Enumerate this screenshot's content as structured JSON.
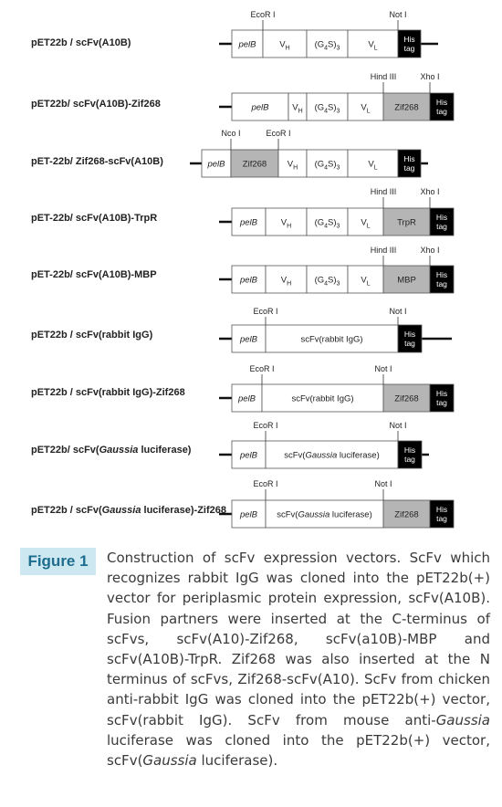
{
  "constructs": [
    {
      "label": "pET22b / scFv(A10B)",
      "sites": [
        "EcoR I",
        "Not I"
      ],
      "boxes": [
        "pelB",
        "VH",
        "(G4S)3",
        "VL"
      ],
      "his": [
        "His",
        "tag"
      ]
    },
    {
      "label": "pET22b/ scFv(A10B)-Zif268",
      "sites": [
        "Hind III",
        "Xho I"
      ],
      "boxes": [
        "pelB",
        "VH",
        "(G4S)3",
        "VL",
        "Zif268"
      ],
      "his": [
        "His",
        "tag"
      ]
    },
    {
      "label": "pET-22b/ Zif268-scFv(A10B)",
      "sites": [
        "Nco I",
        "EcoR I"
      ],
      "boxes": [
        "pelB",
        "Zif268",
        "VH",
        "(G4S)3",
        "VL"
      ],
      "his": [
        "His",
        "tag"
      ]
    },
    {
      "label": "pET-22b/ scFv(A10B)-TrpR",
      "sites": [
        "Hind III",
        "Xho I"
      ],
      "boxes": [
        "pelB",
        "VH",
        "(G4S)3",
        "VL",
        "TrpR"
      ],
      "his": [
        "His",
        "tag"
      ]
    },
    {
      "label": "pET-22b/ scFv(A10B)-MBP",
      "sites": [
        "Hind III",
        "Xho I"
      ],
      "boxes": [
        "pelB",
        "VH",
        "(G4S)3",
        "VL",
        "MBP"
      ],
      "his": [
        "His",
        "tag"
      ]
    },
    {
      "label": "pET22b / scFv(rabbit IgG)",
      "sites": [
        "EcoR I",
        "Not I"
      ],
      "boxes": [
        "pelB",
        "scFv(rabbit IgG)"
      ],
      "his": [
        "His",
        "tag"
      ]
    },
    {
      "label": "pET22b / scFv(rabbit IgG)-Zif268",
      "sites": [
        "EcoR I",
        "Not I"
      ],
      "boxes": [
        "pelB",
        "scFv(rabbit IgG)",
        "Zif268"
      ],
      "his": [
        "His",
        "tag"
      ]
    },
    {
      "label_parts": [
        "pET22b/ scFv(",
        "Gaussia",
        " luciferase)"
      ],
      "sites": [
        "EcoR I",
        "Not I"
      ],
      "boxes": [
        "pelB",
        "scFv(Gaussia luciferase)"
      ],
      "his": [
        "His",
        "tag"
      ]
    },
    {
      "label_parts": [
        "pET22b / scFv(",
        "Gaussia",
        " luciferase)-Zif268"
      ],
      "sites": [
        "EcoR I",
        "Not I"
      ],
      "boxes": [
        "pelB",
        "scFv(Gaussia luciferase)",
        "Zif268"
      ],
      "his": [
        "His",
        "tag"
      ]
    }
  ],
  "colors": {
    "zif_box": "#b5b5b5",
    "his_box": "#000000",
    "caption_badge": "#cde8f1",
    "caption_badge_text": "#1e6d8e"
  },
  "caption": {
    "badge": "Figure 1",
    "segments": [
      {
        "text": "Construction of scFv expression vectors. ScFv which recognizes rabbit IgG was cloned into the pET22b(+) vector for periplasmic protein expression, scFv(A10B). Fusion partners were inserted at the C-terminus of scFvs, scFv(A10)-Zif268, scFv(a10B)-MBP and scFv(A10B)-TrpR. Zif268 was also inserted at the N terminus of scFvs, Zif268-scFv(A10). ScFv from chicken anti-rabbit IgG was cloned into the pET22b(+) vector, scFv(rabbit IgG). ScFv from mouse anti-",
        "italic": false
      },
      {
        "text": "Gaussia",
        "italic": true
      },
      {
        "text": " luciferase was cloned into the pET22b(+) vector, scFv(",
        "italic": false
      },
      {
        "text": "Gaussia",
        "italic": true
      },
      {
        "text": " luciferase).",
        "italic": false
      }
    ]
  }
}
